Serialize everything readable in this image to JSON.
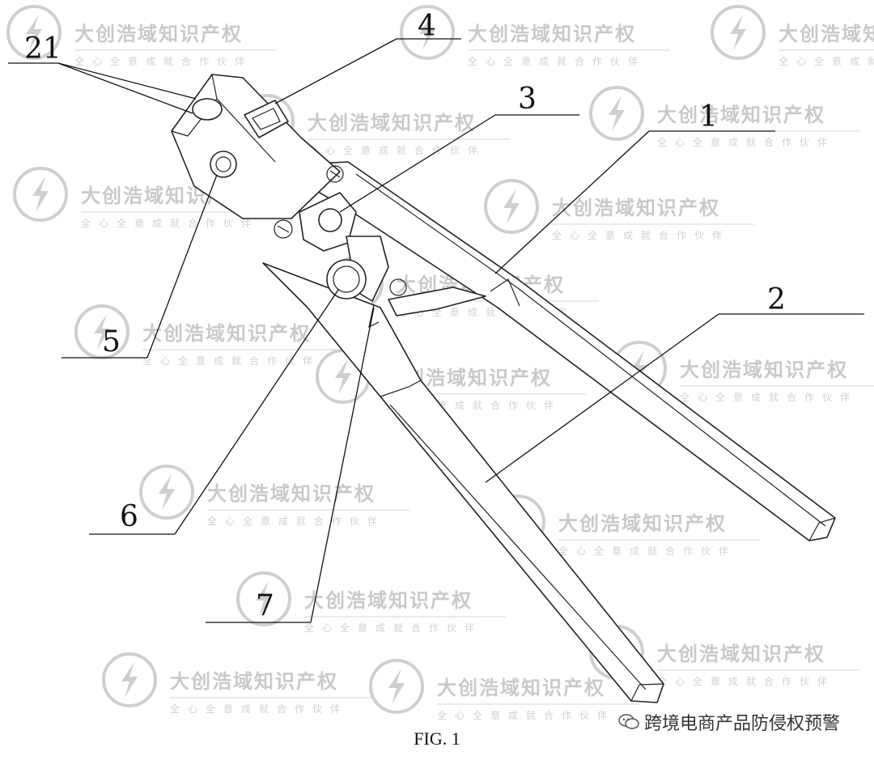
{
  "figure": {
    "caption": "FIG. 1",
    "reference_numerals": {
      "n21": "21",
      "n4": "4",
      "n3": "3",
      "n1": "1",
      "n2": "2",
      "n5": "5",
      "n6": "6",
      "n7": "7"
    }
  },
  "watermark": {
    "main_text": "大创浩域知识产权",
    "sub_text": "全心全意成就合作伙伴"
  },
  "footer": {
    "channel_name": "跨境电商产品防侵权预警"
  }
}
